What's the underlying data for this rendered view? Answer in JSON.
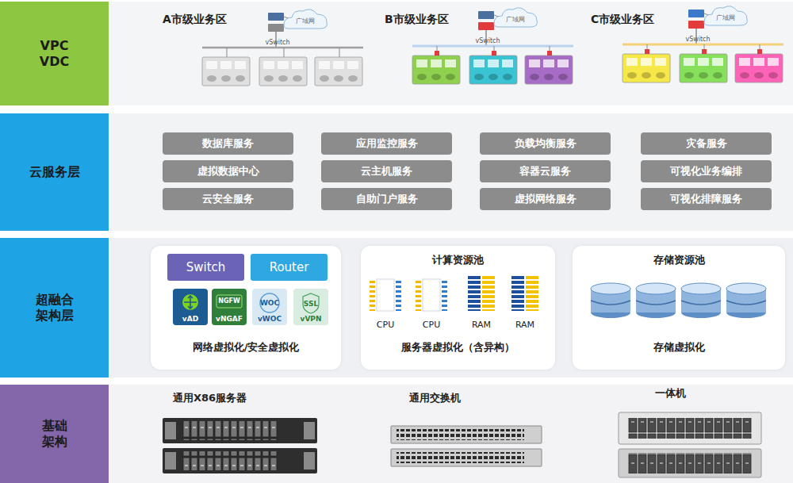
{
  "diagram": {
    "nodes": [
      {
        "text": [
          "VPC VDC"
        ]
      },
      {
        "text": [
          "A市级业务区"
        ],
        "in": 0
      },
      {
        "text": [
          "B市级业务区"
        ],
        "in": 0
      },
      {
        "text": [
          "C市级业务区"
        ],
        "in": 0
      },
      {
        "text": [
          "云服务层"
        ]
      },
      {
        "text": [
          "数据库服务"
        ],
        "in": 4
      },
      {
        "text": [
          "应用监控服务"
        ],
        "in": 4
      },
      {
        "text": [
          "负载均衡服务"
        ],
        "in": 4
      },
      {
        "text": [
          "灾备服务"
        ],
        "in": 4
      },
      {
        "text": [
          "虚拟数据中心"
        ],
        "in": 4
      },
      {
        "text": [
          "云主机服务"
        ],
        "in": 4
      },
      {
        "text": [
          "容器云服务"
        ],
        "in": 4
      },
      {
        "text": [
          "可视化业务编排"
        ],
        "in": 4
      },
      {
        "text": [
          "云安全服务"
        ],
        "in": 4
      },
      {
        "text": [
          "自助门户服务"
        ],
        "in": 4
      },
      {
        "text": [
          "虚拟网络服务"
        ],
        "in": 4
      },
      {
        "text": [
          "可视化排障服务"
        ],
        "in": 4
      },
      {
        "text": [
          "超融合 架构层"
        ]
      },
      {
        "text": [
          "网络虚拟化/安全虚拟化"
        ],
        "in": 17
      },
      {
        "text": [
          "Switch"
        ],
        "in": 18
      },
      {
        "text": [
          "Router"
        ],
        "in": 18
      },
      {
        "text": [
          "vAD"
        ],
        "in": 18
      },
      {
        "text": [
          "vNGAF"
        ],
        "in": 18
      },
      {
        "text": [
          "vWOC"
        ],
        "in": 18
      },
      {
        "text": [
          "vVPN"
        ],
        "in": 18
      },
      {
        "text": [
          "计算资源池",
          "服务器虚拟化（含异构）"
        ],
        "in": 17
      },
      {
        "text": [
          "存储资源池",
          "存储虚拟化"
        ],
        "in": 17
      },
      {
        "text": [
          "基础 架构"
        ]
      },
      {
        "text": [
          "通用X86服务器"
        ],
        "in": 27
      },
      {
        "text": [
          "通用交换机"
        ],
        "in": 27
      },
      {
        "text": [
          "一体机"
        ],
        "in": 27
      }
    ],
    "labels": [
      "广域网",
      "vSwitch",
      "广域网",
      "vSwitch",
      "广域网",
      "vSwitch",
      "NGFW",
      "WOC",
      "SSL",
      "CPU",
      "CPU",
      "RAM",
      "RAM"
    ]
  }
}
